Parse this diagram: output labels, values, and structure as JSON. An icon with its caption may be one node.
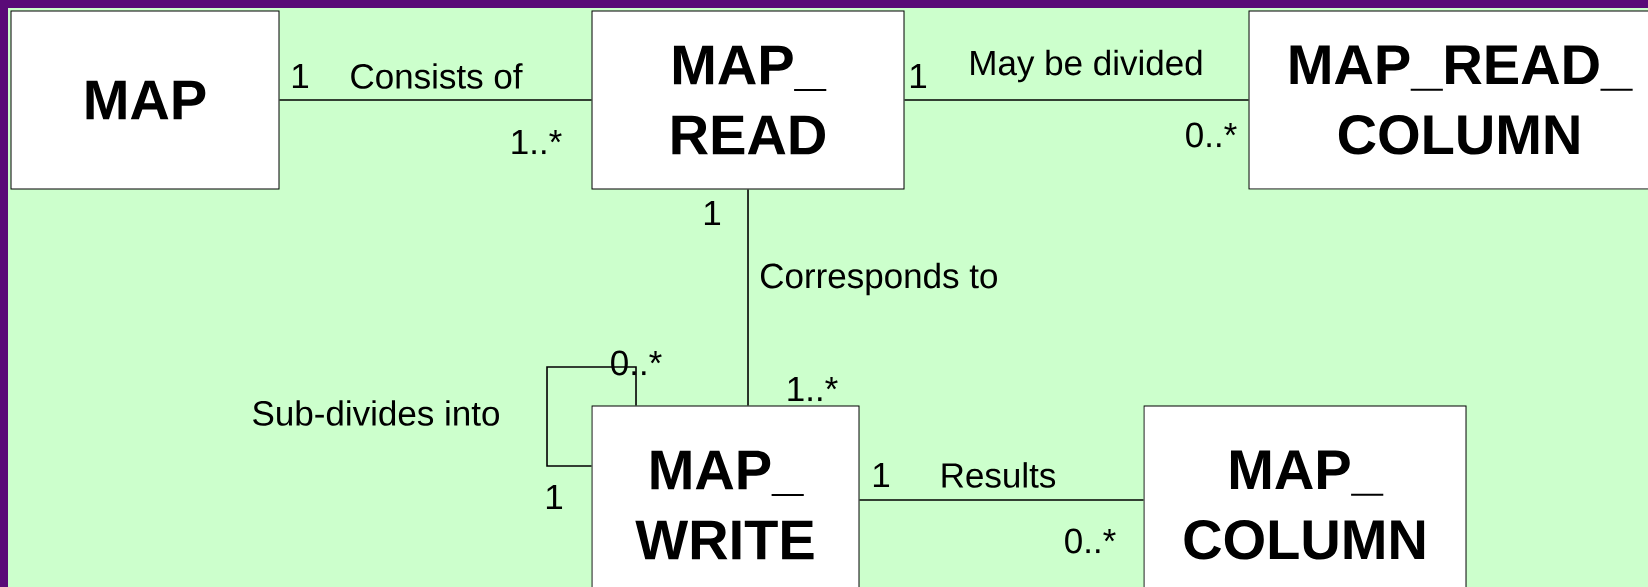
{
  "diagram": {
    "nodes": [
      {
        "text": [
          "MAP"
        ]
      },
      {
        "text": [
          "MAP_ READ"
        ]
      },
      {
        "text": [
          "MAP_READ_ COLUMN"
        ]
      },
      {
        "text": [
          "MAP_ WRITE"
        ]
      },
      {
        "text": [
          "MAP_ COLUMN"
        ]
      }
    ],
    "edges": [
      {
        "from": 0,
        "to": 1,
        "arrow": "none",
        "label": "Consists of"
      },
      {
        "from": 1,
        "to": 2,
        "arrow": "none",
        "label": "May be divided"
      },
      {
        "from": 1,
        "to": 3,
        "arrow": "none",
        "label": "Corresponds to"
      },
      {
        "from": 3,
        "to": 3,
        "arrow": "none",
        "label": "Sub-divides into"
      },
      {
        "from": 3,
        "to": 4,
        "arrow": "none",
        "label": "Results"
      }
    ],
    "labels": [
      "1",
      "1..*",
      "1",
      "0..*",
      "1",
      "1..*",
      "0..*",
      "1",
      "1",
      "0..*"
    ]
  }
}
